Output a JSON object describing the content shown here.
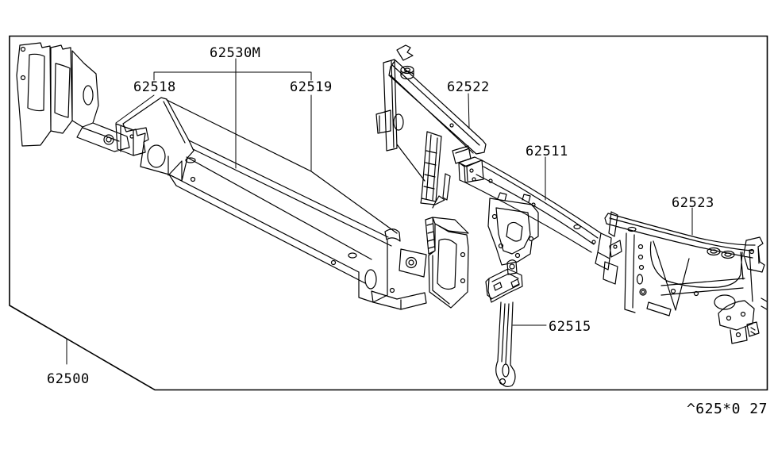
{
  "diagram": {
    "type": "parts-diagram",
    "background": "#ffffff",
    "line_color": "#000000",
    "footer_code": "^625*0 27",
    "part_labels": [
      {
        "text": "62530M"
      },
      {
        "text": "62518"
      },
      {
        "text": "62519"
      },
      {
        "text": "62522"
      },
      {
        "text": "62511"
      },
      {
        "text": "62523"
      },
      {
        "text": "62515"
      },
      {
        "text": "62500"
      }
    ]
  }
}
